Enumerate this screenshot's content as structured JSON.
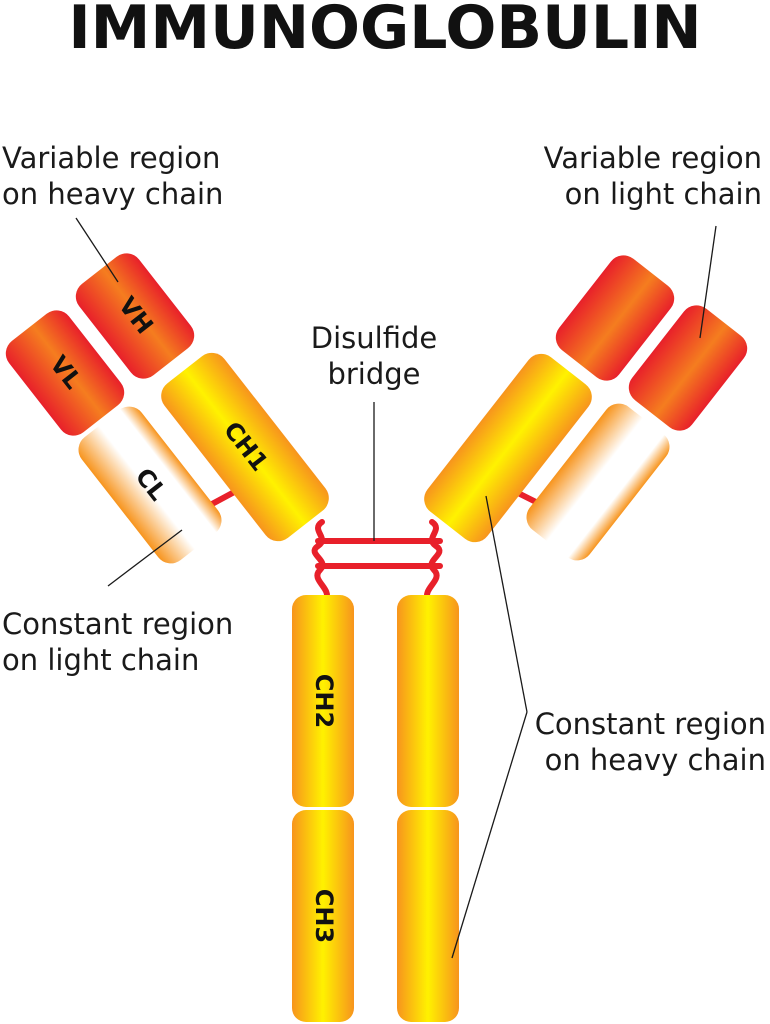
{
  "title": "IMMUNOGLOBULIN",
  "labels": {
    "variable_heavy": [
      "Variable region",
      "on heavy chain"
    ],
    "variable_light": [
      "Variable region",
      "on light chain"
    ],
    "disulfide": [
      "Disulfide",
      "bridge"
    ],
    "constant_light": [
      "Constant region",
      "on light chain"
    ],
    "constant_heavy": [
      "Constant region",
      "on heavy chain"
    ]
  },
  "segments": {
    "vh": "VH",
    "vl": "VL",
    "ch1": "CH1",
    "cl": "CL",
    "ch2": "CH2",
    "ch3": "CH3"
  },
  "colors": {
    "variable_red": "#e8202a",
    "variable_orange": "#f7941d",
    "constant_orange": "#f9a01b",
    "constant_yellow": "#fff200",
    "light_white": "#ffffff",
    "bond": "#e8202a"
  }
}
